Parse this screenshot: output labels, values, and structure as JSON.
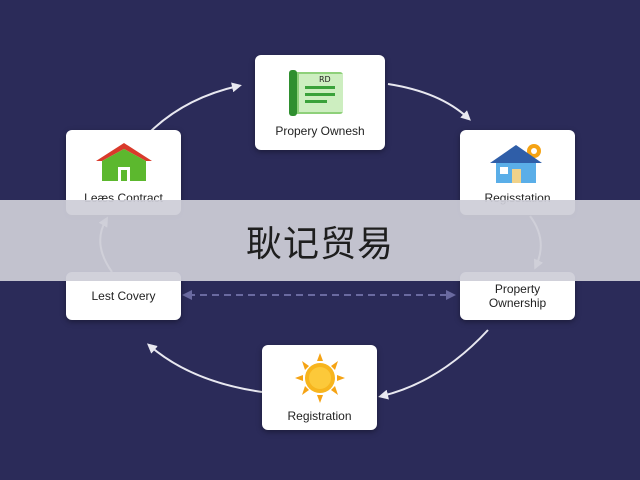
{
  "nodes": {
    "top": {
      "label": "Propery Ownesh",
      "doc_mark": "RD"
    },
    "right_top": {
      "label": "Regisstation"
    },
    "right_bottom": {
      "label_line1": "Property",
      "label_line2": "Ownership"
    },
    "bottom": {
      "label": "Registration"
    },
    "left_bottom": {
      "label": "Lest Covery"
    },
    "left_top": {
      "label": "Leæs Contract"
    }
  },
  "banner": {
    "text": "耿记贸易"
  },
  "icons": {
    "top": "property-document-icon",
    "right_top": "house-with-gear-icon",
    "bottom": "sun-icon",
    "left_top": "green-house-icon"
  },
  "colors": {
    "background": "#2b2b59",
    "arrow": "#e8e8f0",
    "dashed_arrow": "#6a6aa0",
    "house_green": "#5cb82e",
    "house_roof_red": "#d93a2b",
    "sun_orange": "#f5a314",
    "doc_green": "#3aa13a"
  }
}
